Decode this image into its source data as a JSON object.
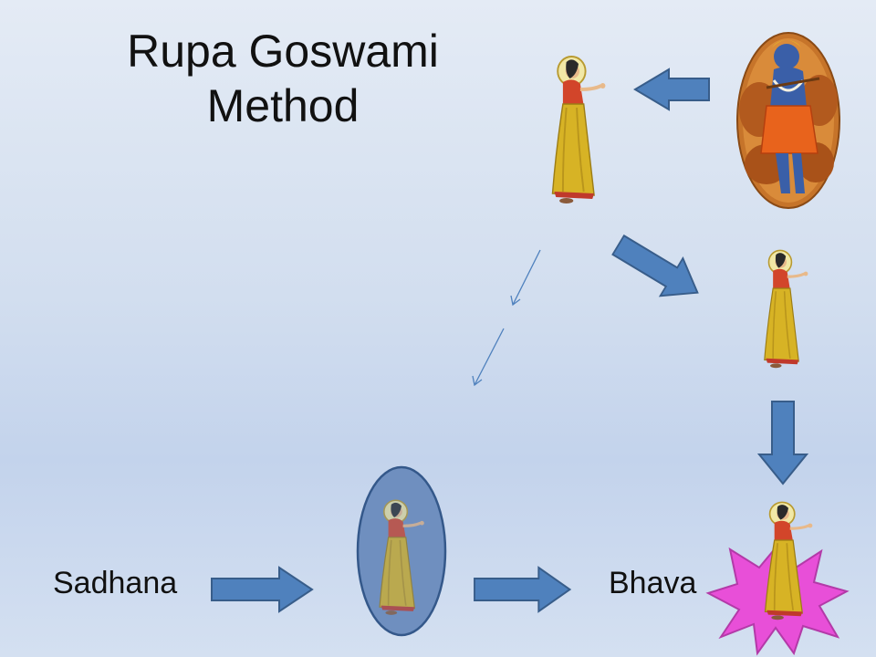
{
  "slide": {
    "title_line1": "Rupa Goswami",
    "title_line2": "Method",
    "left_label": "Sadhana",
    "right_label": "Bhava"
  },
  "colors": {
    "arrow_fill": "#4f81bd",
    "arrow_stroke": "#385d8a",
    "oval_fill": "#6f8fbf",
    "burst_fill": "#e84fd8",
    "sari": "#d7b325",
    "blouse": "#d2452a",
    "krishna_skin": "#3a5fa8"
  },
  "icons": [
    "radha-figure-icon",
    "krishna-portrait-icon",
    "starburst-icon",
    "block-arrow-icon",
    "dashed-arrow-icon"
  ]
}
